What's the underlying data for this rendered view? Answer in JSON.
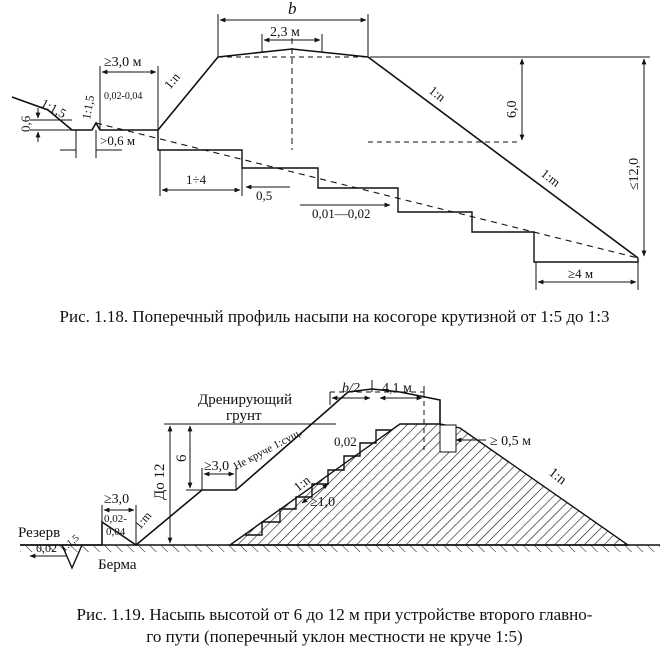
{
  "fig1": {
    "caption": "Рис. 1.18. Поперечный профиль насыпи на косогоре крутизной от 1:5 до 1:3",
    "labels": {
      "b": "b",
      "crown": "2,3 м",
      "berm_width": "≥3,0 м",
      "berm_slope": "0,02-0,04",
      "slope_n_left": "1:n",
      "slope_n_right": "1:n",
      "slope_m": "1:m",
      "slope_15_a": "1:1,5",
      "slope_15_b": "1:1,5",
      "ditch_depth": "0,6",
      "ditch_width": ">0,6 м",
      "height_6": "6,0",
      "height_12": "≤12,0",
      "step_ratio": "1÷4",
      "step_rise": "0,5",
      "step_slope": "0,01—0,02",
      "toe": "≥4 м"
    }
  },
  "fig2": {
    "caption_line1": "Рис. 1.19. Насыпь высотой от 6 до 12 м при устройстве второго главно-",
    "caption_line2": "го пути (поперечный уклон местности не круче 1:5)",
    "labels": {
      "drain_soil_1": "Дренирующий",
      "drain_soil_2": "грунт",
      "half_b": "b/2",
      "width_41": "4,1 м",
      "not_steeper": "Не круче 1:cyщ.",
      "slope_002_top": "0,02",
      "ge_05": "≥ 0,5 м",
      "slope_n_right": "1:n",
      "slope_n_mid": "1:n",
      "ge_30_upper": "≥3,0",
      "ge_10": "≥1,0",
      "do_12": "До 12",
      "h_6": "6",
      "ge_30_lower": "≥3,0",
      "berm_slope_1": "0,02-",
      "berm_slope_2": "0,04",
      "slope_m": "1:m",
      "reserve": "Резерв",
      "slope_002_left": "0,02",
      "slope_15": "1:1,5",
      "berma": "Берма"
    }
  }
}
